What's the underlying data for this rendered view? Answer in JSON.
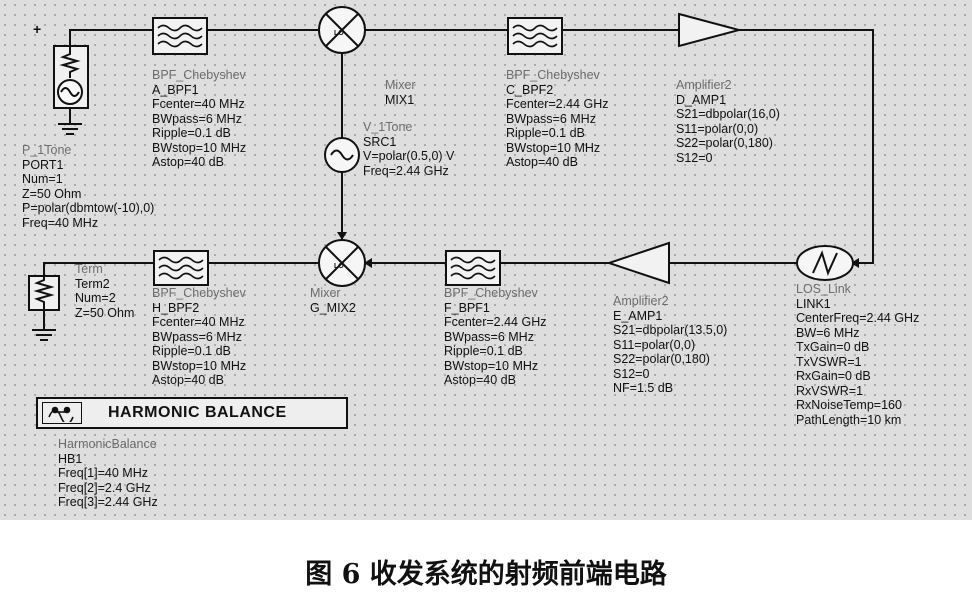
{
  "caption": "图 6   收发系统的射频前端电路",
  "blocks": [
    {
      "key": "port",
      "lines": [
        "P_1Tone",
        "PORT1",
        "Num=1",
        "Z=50 Ohm",
        "P=polar(dbmtow(-10),0)",
        "Freq=40 MHz"
      ]
    },
    {
      "key": "a_bpf1",
      "lines": [
        "BPF_Chebyshev",
        "A_BPF1",
        "Fcenter=40 MHz",
        "BWpass=6 MHz",
        "Ripple=0.1 dB",
        "BWstop=10 MHz",
        "Astop=40 dB"
      ]
    },
    {
      "key": "mix1",
      "lines": [
        "Mixer",
        "MIX1"
      ]
    },
    {
      "key": "src1",
      "lines": [
        "V_1Tone",
        "SRC1",
        "V=polar(0.5,0) V",
        "Freq=2.44 GHz"
      ]
    },
    {
      "key": "c_bpf2",
      "lines": [
        "BPF_Chebyshev",
        "C_BPF2",
        "Fcenter=2.44 GHz",
        "BWpass=6 MHz",
        "Ripple=0.1 dB",
        "BWstop=10 MHz",
        "Astop=40 dB"
      ]
    },
    {
      "key": "d_amp1",
      "lines": [
        "Amplifier2",
        "D_AMP1",
        "S21=dbpolar(16,0)",
        "S11=polar(0,0)",
        "S22=polar(0,180)",
        "S12=0"
      ]
    },
    {
      "key": "term2",
      "lines": [
        "Term",
        "Term2",
        "Num=2",
        "Z=50 Ohm"
      ]
    },
    {
      "key": "h_bpf2",
      "lines": [
        "BPF_Chebyshev",
        "H_BPF2",
        "Fcenter=40 MHz",
        "BWpass=6 MHz",
        "Ripple=0.1 dB",
        "BWstop=10 MHz",
        "Astop=40 dB"
      ]
    },
    {
      "key": "g_mix2",
      "lines": [
        "Mixer",
        "G_MIX2"
      ]
    },
    {
      "key": "f_bpf1",
      "lines": [
        "BPF_Chebyshev",
        "F_BPF1",
        "Fcenter=2.44 GHz",
        "BWpass=6 MHz",
        "Ripple=0.1 dB",
        "BWstop=10 MHz",
        "Astop=40 dB"
      ]
    },
    {
      "key": "e_amp1",
      "lines": [
        "Amplifier2",
        "E_AMP1",
        "S21=dbpolar(13.5,0)",
        "S11=polar(0,0)",
        "S22=polar(0,180)",
        "S12=0",
        "NF=1.5 dB"
      ]
    },
    {
      "key": "link1",
      "lines": [
        "LOS_Link",
        "LINK1",
        "CenterFreq=2.44 GHz",
        "BW=6 MHz",
        "TxGain=0 dB",
        "TxVSWR=1",
        "RxGain=0 dB",
        "RxVSWR=1",
        "RxNoiseTemp=160",
        "PathLength=10 km"
      ]
    },
    {
      "key": "hb1",
      "lines": [
        "HarmonicBalance",
        "HB1",
        "Freq[1]=40 MHz",
        "Freq[2]=2.4 GHz",
        "Freq[3]=2.44 GHz"
      ]
    }
  ],
  "hb_banner": "HARMONIC BALANCE",
  "mixer_tag": "LO",
  "plus_sign": "+"
}
